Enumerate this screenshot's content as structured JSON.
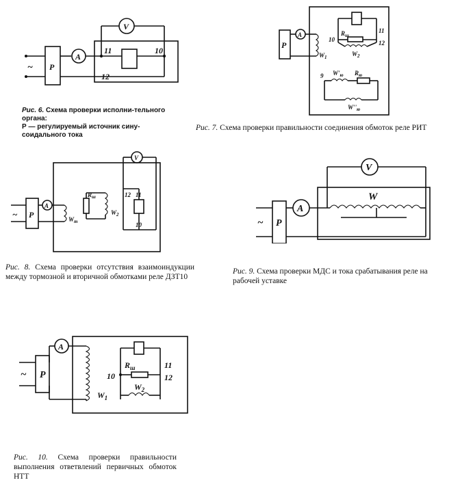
{
  "fig6": {
    "labels": {
      "source": "P",
      "ammeter": "A",
      "voltmeter": "V",
      "t11": "11",
      "t10": "10",
      "t12": "12",
      "ac": "~"
    },
    "caption_num": "Рис. 6.",
    "caption_title": " Схема проверки исполни-тельного органа:",
    "caption_note": "Р — регулируемый источник сину-соидального тока"
  },
  "fig7": {
    "labels": {
      "source": "P",
      "ammeter": "A",
      "w1": "W",
      "w1sub": "1",
      "w2": "W",
      "w2sub": "2",
      "rsh": "R",
      "rshsub": "ш",
      "t10": "10",
      "t11": "11",
      "t12": "12",
      "t9": "9",
      "wi": "W'",
      "wisub": "ю",
      "rk": "R",
      "rksub": "ю",
      "wii": "W''",
      "wiisub": "ю"
    },
    "caption_num": "Рис. 7.",
    "caption_text": " Схема проверки правильности соединения обмоток реле РИТ"
  },
  "fig8": {
    "labels": {
      "source": "P",
      "ammeter": "A",
      "voltmeter": "V",
      "ac": "~",
      "wt": "W",
      "wtsub": "т",
      "rsh": "R",
      "rshsub": "ш",
      "w2": "W",
      "w2sub": "2",
      "t12": "12",
      "t11": "11",
      "t10": "10"
    },
    "caption_num": "Рис. 8.",
    "caption_text": " Схема проверки отсутствия взаимоиндукции между тормозной и вторичной обмотками реле ДЗТ10"
  },
  "fig9": {
    "labels": {
      "source": "P",
      "ammeter": "A",
      "voltmeter": "V",
      "ac": "~",
      "w": "W"
    },
    "caption_num": "Рис. 9.",
    "caption_text": " Схема проверки МДС и тока срабатывания реле на рабочей уставке"
  },
  "fig10": {
    "labels": {
      "source": "P",
      "ammeter": "A",
      "ac": "~",
      "rsh": "R",
      "rshsub": "ш",
      "t10": "10",
      "t11": "11",
      "t12": "12",
      "w1": "W",
      "w1sub": "1",
      "w2": "W",
      "w2sub": "2"
    },
    "caption_num": "Рис. 10.",
    "caption_text": " Схема проверки правильности выполнения ответвлений первичных обмоток НТТ"
  }
}
